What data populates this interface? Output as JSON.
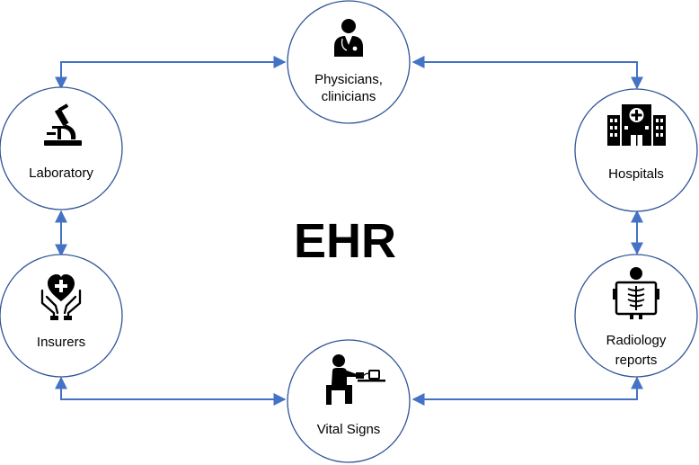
{
  "center_title": "EHR",
  "colors": {
    "connector": "#4472C4",
    "node_border": "#2F5597",
    "icon": "#000000"
  },
  "nodes": {
    "physicians": {
      "line1": "Physicians,",
      "line2": "clinicians",
      "icon": "doctor-icon"
    },
    "laboratory": {
      "label": "Laboratory",
      "icon": "microscope-icon"
    },
    "hospitals": {
      "label": "Hospitals",
      "icon": "hospital-icon"
    },
    "insurers": {
      "label": "Insurers",
      "icon": "insurance-hands-heart-icon"
    },
    "radiology": {
      "line1": "Radiology",
      "line2": "reports",
      "icon": "xray-icon"
    },
    "vital_signs": {
      "label": "Vital Signs",
      "icon": "blood-pressure-icon"
    }
  }
}
